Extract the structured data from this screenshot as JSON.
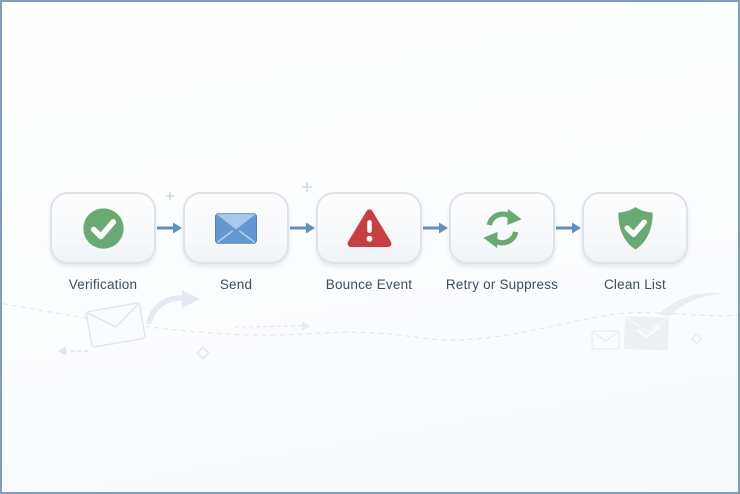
{
  "window": {
    "border_color": "#7f9ebc",
    "background_top": "#fefeff",
    "background_bottom": "#f7f9fb"
  },
  "flow": {
    "arrow_color": "#5b8fc6",
    "steps": [
      {
        "id": "verification",
        "label": "Verification",
        "icon": "check-circle-icon",
        "icon_color": "#68aa72"
      },
      {
        "id": "send",
        "label": "Send",
        "icon": "envelope-icon",
        "icon_color": "#6297d2",
        "icon_secondary": "#a9c9ec"
      },
      {
        "id": "bounce-event",
        "label": "Bounce Event",
        "icon": "warning-triangle-icon",
        "icon_color": "#c93e3e"
      },
      {
        "id": "retry-or-suppress",
        "label": "Retry or Suppress",
        "icon": "refresh-icon",
        "icon_color": "#68aa72"
      },
      {
        "id": "clean-list",
        "label": "Clean List",
        "icon": "shield-check-icon",
        "icon_color": "#68aa72"
      }
    ],
    "label_color": "#3d4d60"
  },
  "decorations": {
    "doodle_color": "#dde4ed",
    "dashed_line_color": "#cdd7e2",
    "sparkle_color": "#cbd4df"
  }
}
